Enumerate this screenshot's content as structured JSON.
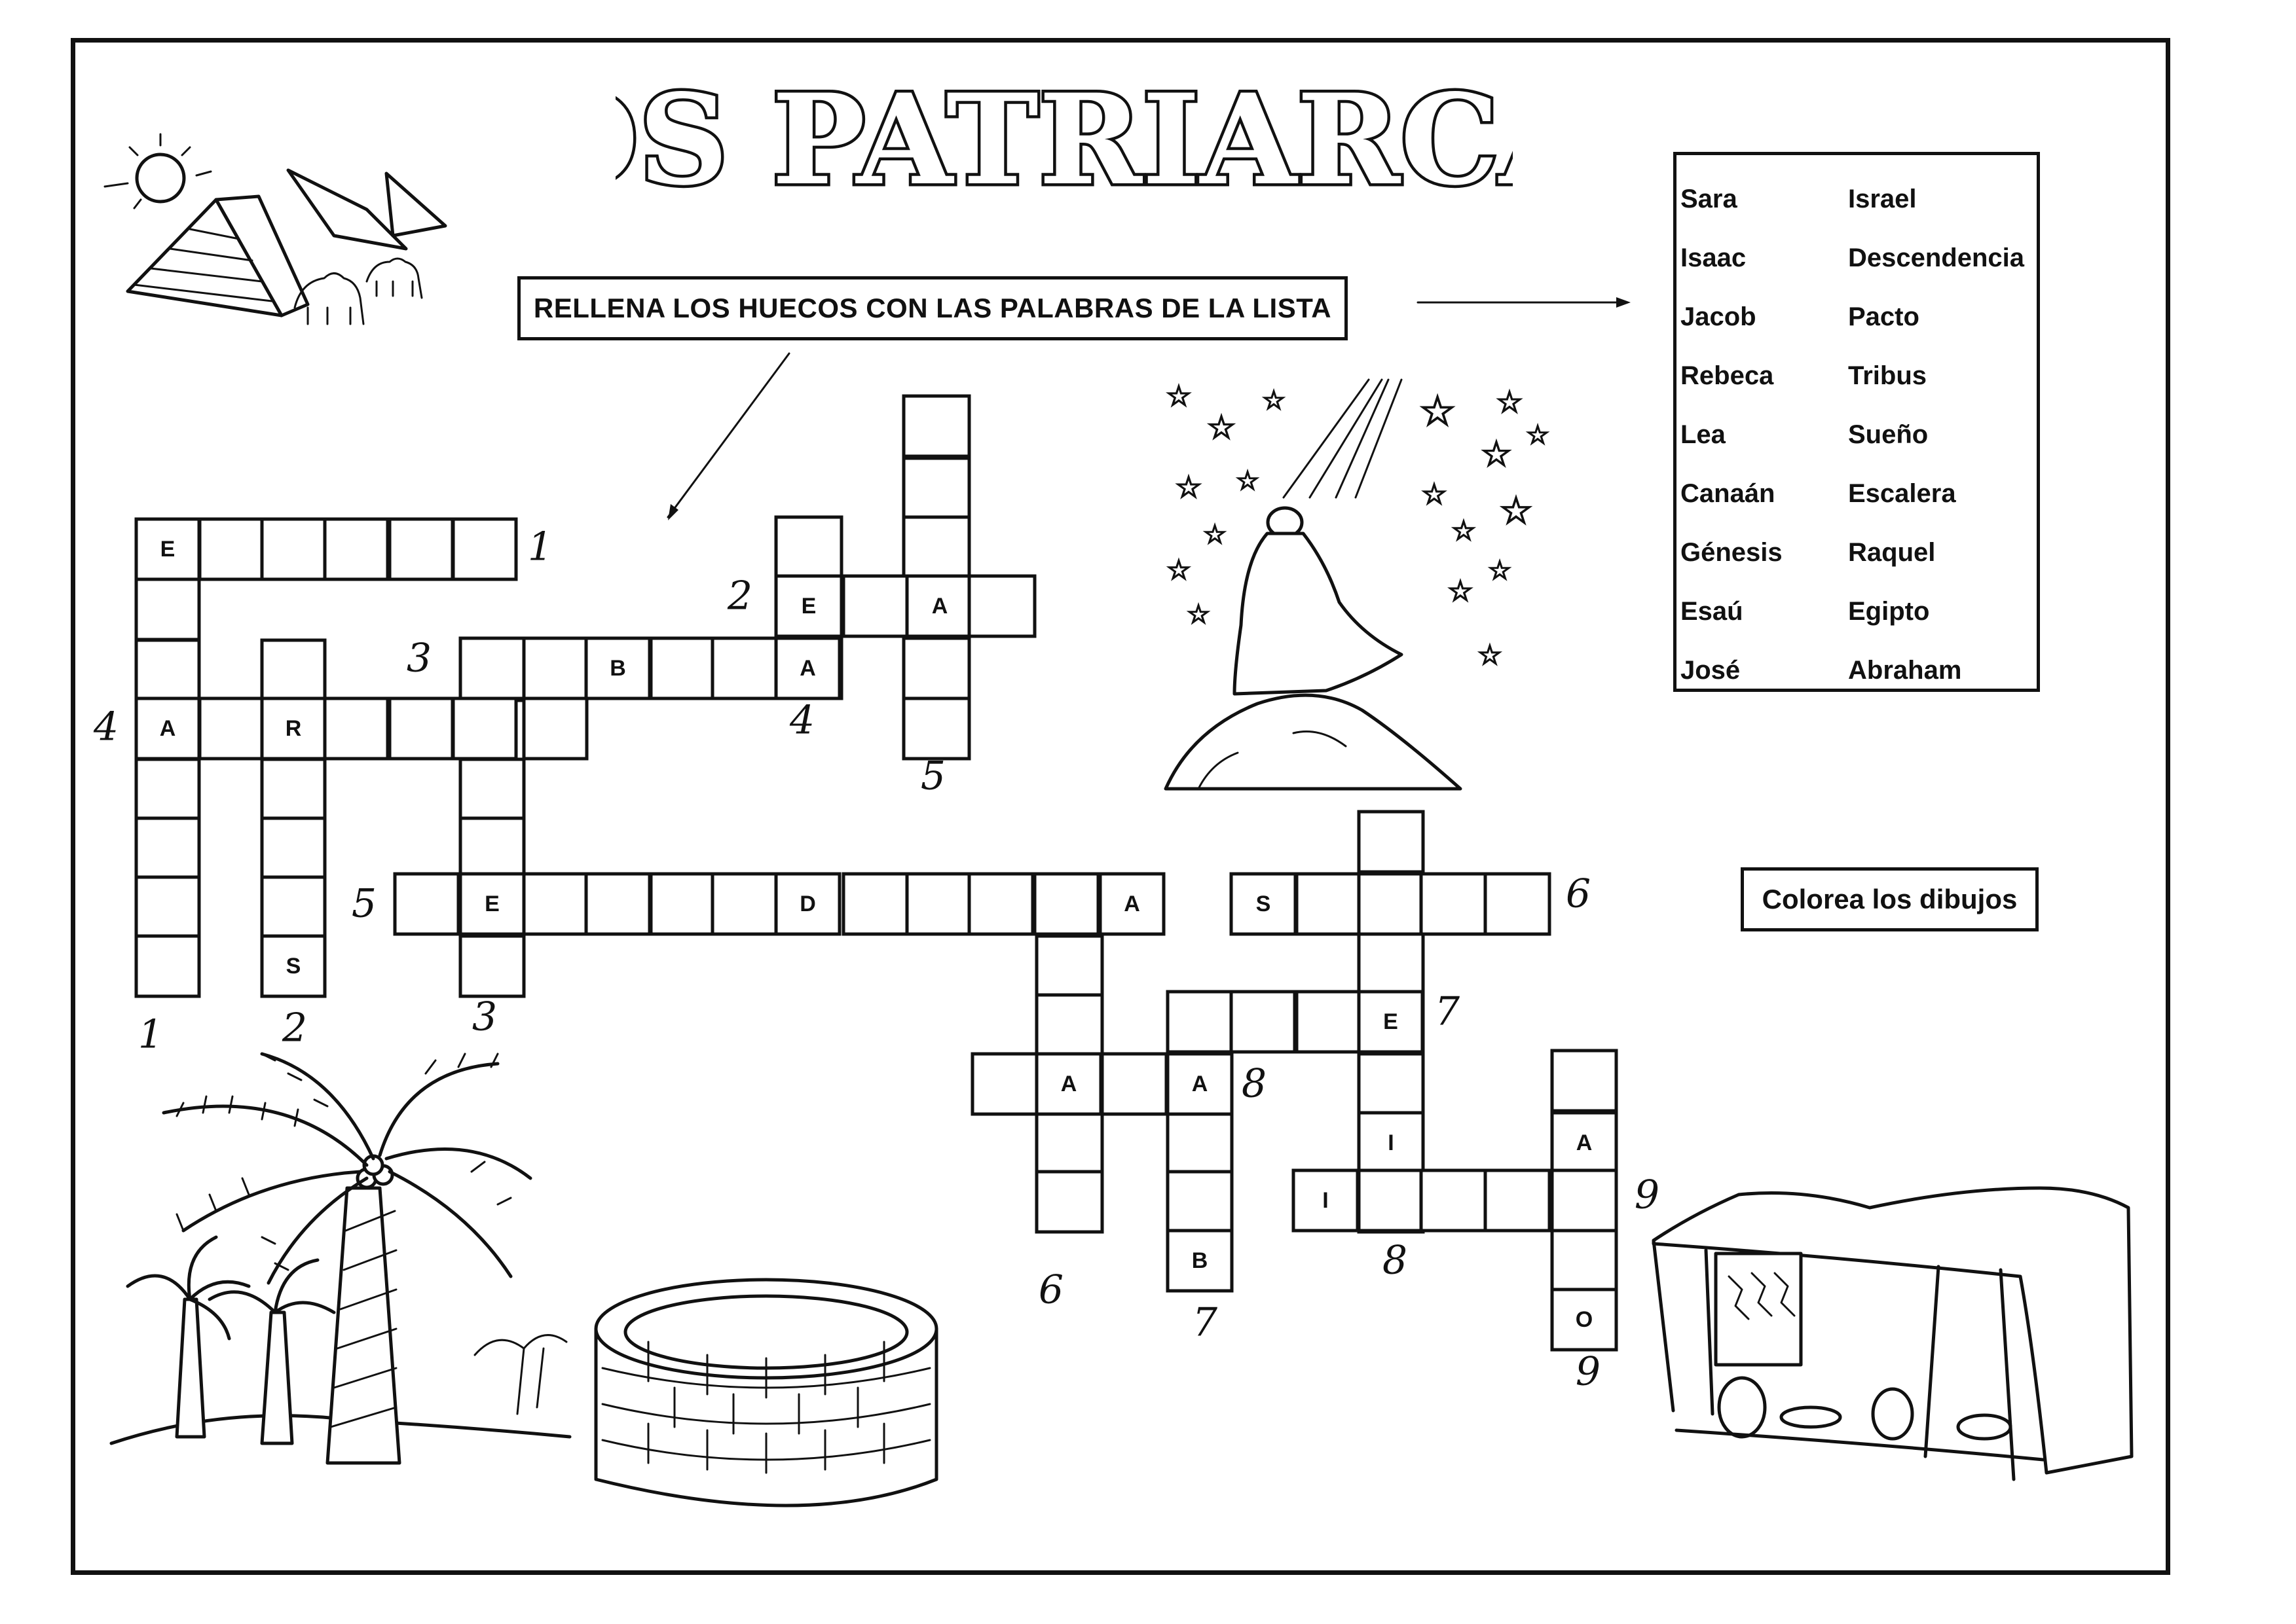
{
  "title": "LOS PATRIARCAS",
  "instruction": "RELLENA LOS HUECOS CON LAS PALABRAS DE LA LISTA",
  "color_instruction": "Colorea los dibujos",
  "word_list": {
    "left": [
      "Sara",
      "Isaac",
      "Jacob",
      "Rebeca",
      "Lea",
      "Canaán",
      "Génesis",
      "Esaú",
      "José"
    ],
    "right": [
      "Israel",
      "Descendencia",
      "Pacto",
      "Tribus",
      "Sueño",
      "Escalera",
      "Raquel",
      "Egipto",
      "Abraham"
    ]
  },
  "crossword": {
    "across": [
      {
        "number": "1",
        "length": 6,
        "letters": {
          "0": "E"
        }
      },
      {
        "number": "2",
        "length": 4,
        "letters": {
          "0": "E",
          "2": "A"
        }
      },
      {
        "number": "3",
        "length": 6,
        "letters": {
          "2": "B",
          "5": "A"
        }
      },
      {
        "number": "4",
        "length": 7,
        "letters": {
          "0": "A",
          "2": "R"
        }
      },
      {
        "number": "5",
        "length": 12,
        "letters": {
          "1": "E",
          "6": "D",
          "11": "A"
        }
      },
      {
        "number": "6",
        "length": 5,
        "letters": {
          "0": "S"
        }
      },
      {
        "number": "7",
        "length": 4,
        "letters": {
          "3": "E"
        }
      },
      {
        "number": "8",
        "length": 4,
        "letters": {
          "1": "A",
          "3": "A"
        }
      },
      {
        "number": "9",
        "length": 5,
        "letters": {
          "0": "I"
        }
      }
    ],
    "down": [
      {
        "number": "1",
        "length": 8
      },
      {
        "number": "2",
        "length": 6,
        "letters": {
          "5": "S"
        }
      },
      {
        "number": "3",
        "length": 6
      },
      {
        "number": "4",
        "length": 3
      },
      {
        "number": "5",
        "length": 6
      },
      {
        "number": "6",
        "length": 6
      },
      {
        "number": "7",
        "length": 5,
        "letters": {
          "4": "B"
        }
      },
      {
        "number": "8",
        "length": 7,
        "letters": {
          "5": "I"
        }
      },
      {
        "number": "9",
        "length": 5,
        "letters": {
          "1": "A",
          "4": "O"
        }
      }
    ]
  },
  "illustrations": [
    "sun-icon",
    "pyramids-icon",
    "camels-icon",
    "abraham-stars-icon",
    "palm-trees-icon",
    "well-icon",
    "tent-icon"
  ]
}
